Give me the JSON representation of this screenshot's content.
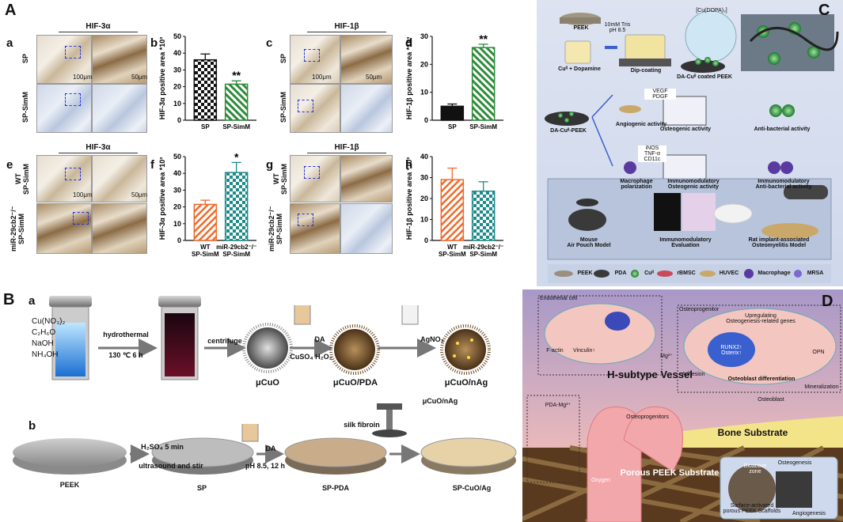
{
  "panel_letters": {
    "A": "A",
    "B": "B",
    "C": "C",
    "D": "D"
  },
  "subpanel_letters": {
    "a": "a",
    "b": "b",
    "c": "c",
    "d": "d",
    "e": "e",
    "f": "f",
    "g": "g",
    "h": "h",
    "Ba": "a",
    "Bb": "b"
  },
  "panelA": {
    "headers": {
      "a": "HIF-3α",
      "c": "HIF-1β",
      "e": "HIF-3α",
      "g": "HIF-1β"
    },
    "row_labels": {
      "a1": "SP",
      "a2": "SP-SimM",
      "c1": "SP",
      "c2": "SP-SimM",
      "e1": "WT\nSP-SimM",
      "e2": "miR-29cb2⁻/⁻\nSP-SimM",
      "g1": "WT\nSP-SimM",
      "g2": "miR-29cb2⁻/⁻\nSP-SimM"
    },
    "scale_big": "100μm",
    "scale_small": "50μm"
  },
  "chart_data": [
    {
      "id": "b",
      "type": "bar",
      "categories": [
        "SP",
        "SP-SimM"
      ],
      "values": [
        36,
        21.5
      ],
      "errors": [
        3.5,
        2
      ],
      "ylabel": "HIF-3α positive area *10³",
      "ylim": [
        0,
        50
      ],
      "yticks": [
        0,
        10,
        20,
        30,
        40,
        50
      ],
      "significance": "**",
      "colors": [
        "#111111",
        "#2e8b3a"
      ]
    },
    {
      "id": "d",
      "type": "bar",
      "categories": [
        "SP",
        "SP-SimM"
      ],
      "values": [
        5,
        26
      ],
      "errors": [
        0.8,
        1.2
      ],
      "ylabel": "HIF-1β positive area *10³",
      "ylim": [
        0,
        30
      ],
      "yticks": [
        0,
        10,
        20,
        30
      ],
      "significance": "**",
      "colors": [
        "#111111",
        "#2e8b3a"
      ]
    },
    {
      "id": "f",
      "type": "bar",
      "categories": [
        "WT\nSP-SimM",
        "miR-29cb2⁻/⁻\nSP-SimM"
      ],
      "values": [
        21.5,
        40.5
      ],
      "errors": [
        2.5,
        6
      ],
      "ylabel": "HIF-3α positive area *10³",
      "ylim": [
        0,
        50
      ],
      "yticks": [
        0,
        10,
        20,
        30,
        40,
        50
      ],
      "significance": "*",
      "colors": [
        "#ef6a2a",
        "#1f8a8a"
      ]
    },
    {
      "id": "h",
      "type": "bar",
      "categories": [
        "WT\nSP-SimM",
        "miR-29cb2⁻/⁻\nSP-SimM"
      ],
      "values": [
        29,
        23.5
      ],
      "errors": [
        5.5,
        4.5
      ],
      "ylabel": "HIF-1β positive area *10³",
      "ylim": [
        0,
        40
      ],
      "yticks": [
        0,
        10,
        20,
        30,
        40
      ],
      "significance": "",
      "colors": [
        "#ef6a2a",
        "#1f8a8a"
      ]
    }
  ],
  "panelBa": {
    "reagents": [
      "Cu(NO₃)₂",
      "C₂H₆O",
      "NaOH",
      "NH₄OH"
    ],
    "step1_top": "hydrothermal",
    "step1_bot": "130 ℃  6 h",
    "step2": "centrifuge",
    "step3_top": "DA",
    "step3_bot": "CuSO₄ H₂O₂",
    "step4_top": "AgNO₃",
    "products": [
      "μCuO",
      "μCuO/PDA",
      "μCuO/nAg"
    ]
  },
  "panelBb": {
    "step1_top": "H₂SO₄  5 min",
    "step1_bot": "ultrasound and stir",
    "step2_top": "DA",
    "step2_bot": "pH 8.5, 12 h",
    "step3_top": "silk fibroin",
    "step3_src": "μCuO/nAg",
    "products": [
      "PEEK",
      "SP",
      "SP-PDA",
      "SP-CuO/Ag"
    ]
  },
  "panelC": {
    "peek": "PEEK",
    "cu_dopamine": "Cuᴵᴵ + Dopamine",
    "tris": "10mM Tris\npH 8.5",
    "dip": "Dip-coating",
    "complex": "[Cu(DOPA)₂]",
    "coated": "DA-Cuᴵᴵ coated PEEK",
    "dacu": "DA-Cuᴵᴵ-PEEK",
    "angio": "Angiogenic activity",
    "vegf": "VEGF  PDGF",
    "osteo": "Osteogenic activity",
    "antibac": "Anti-bacterial activity",
    "macro": "Macrophage polarization",
    "inos": "iNOS\nTNF-α CD11c",
    "immuno_osteo": "Immunomodulatory\nOsteogenic activity",
    "immuno_anti": "Immunomodulatory\nAnti-bacterial activity",
    "mouse": "Mouse\nAir Pouch Model",
    "immuno_eval": "Immunomodulatory\nEvaluation",
    "rat": "Rat implant-associated\nOsteomyelitis Model",
    "legend": [
      "PEEK",
      "PDA",
      "Cuᴵᴵ",
      "rBMSC",
      "HUVEC",
      "Macrophage",
      "MRSA"
    ],
    "legend_colors": [
      "#9a8f80",
      "#3a3a3a",
      "#3aa84a",
      "#c94a5a",
      "#c9a86a",
      "#5a3aa0",
      "#7a6ad0"
    ]
  },
  "panelD": {
    "endothelial": "Endothelial cell",
    "factin": "F-actin",
    "vinculin": "Vinculin↑",
    "osteoprogenitor": "Osteoprogenitor",
    "upreg": "Upregulating\nOsteogenesis-related genes",
    "runx": "RUNX2↑\nOsterix↑",
    "opn": "OPN",
    "adhesion": "Adhesion",
    "diff": "Osteoblast differentiation",
    "mineral": "Mineralization",
    "pda": "PDA-Mg²⁺",
    "mg": "Mg²⁺",
    "vessel": "H-subtype Vessel",
    "osteoprog2": "Osteoprogenitors",
    "osteoblast": "Osteoblast",
    "bone": "Bone Substrate",
    "oxygen": "Oxygen",
    "porous": "Porous PEEK Substrate",
    "bioactive": "Bioactive zone",
    "osteogenesis": "Osteogenesis",
    "surface": "Surface-activated\nporous PEEK Scaffolds",
    "angiogenesis": "Angiogenesis"
  }
}
